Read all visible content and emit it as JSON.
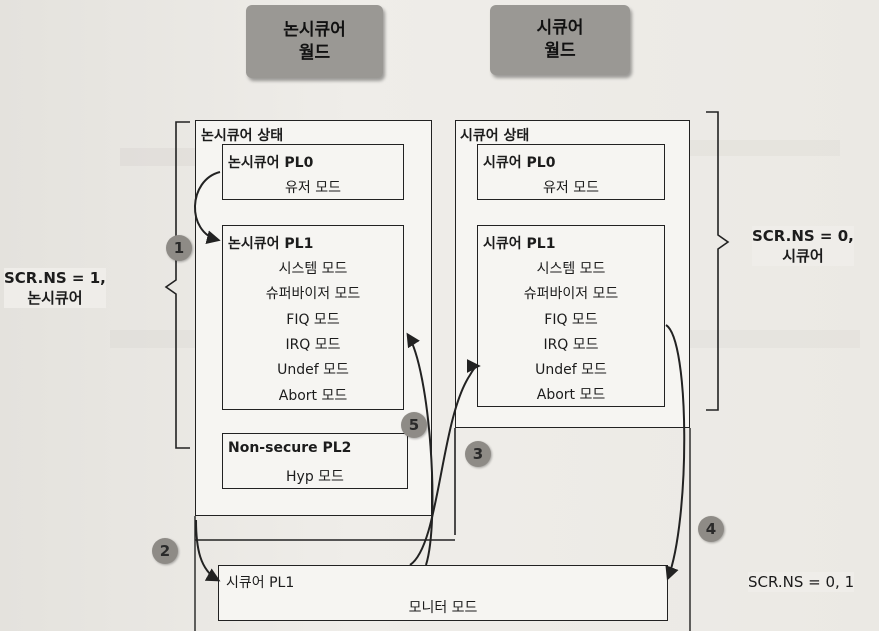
{
  "worlds": {
    "nonsecure": {
      "line1": "논시큐어",
      "line2": "월드"
    },
    "secure": {
      "line1": "시큐어",
      "line2": "월드"
    }
  },
  "nonsecure_state": {
    "title": "논시큐어 상태",
    "pl0": {
      "title": "논시큐어 PL0",
      "modes": [
        "유저 모드"
      ]
    },
    "pl1": {
      "title": "논시큐어 PL1",
      "modes": [
        "시스템 모드",
        "슈퍼바이저 모드",
        "FIQ 모드",
        "IRQ 모드",
        "Undef 모드",
        "Abort 모드"
      ]
    },
    "pl2": {
      "title": "Non-secure PL2",
      "modes": [
        "Hyp 모드"
      ]
    }
  },
  "secure_state": {
    "title": "시큐어 상태",
    "pl0": {
      "title": "시큐어 PL0",
      "modes": [
        "유저 모드"
      ]
    },
    "pl1": {
      "title": "시큐어 PL1",
      "modes": [
        "시스템 모드",
        "슈퍼바이저 모드",
        "FIQ 모드",
        "IRQ 모드",
        "Undef 모드",
        "Abort 모드"
      ]
    }
  },
  "monitor": {
    "title": "시큐어 PL1",
    "mode": "모니터 모드"
  },
  "labels": {
    "scr_ns1_line1": "SCR.NS = 1,",
    "scr_ns1_line2": "논시큐어",
    "scr_ns0_line1": "SCR.NS = 0,",
    "scr_ns0_line2": "시큐어",
    "scr_ns01": "SCR.NS = 0, 1"
  },
  "steps": [
    "1",
    "2",
    "3",
    "4",
    "5"
  ]
}
